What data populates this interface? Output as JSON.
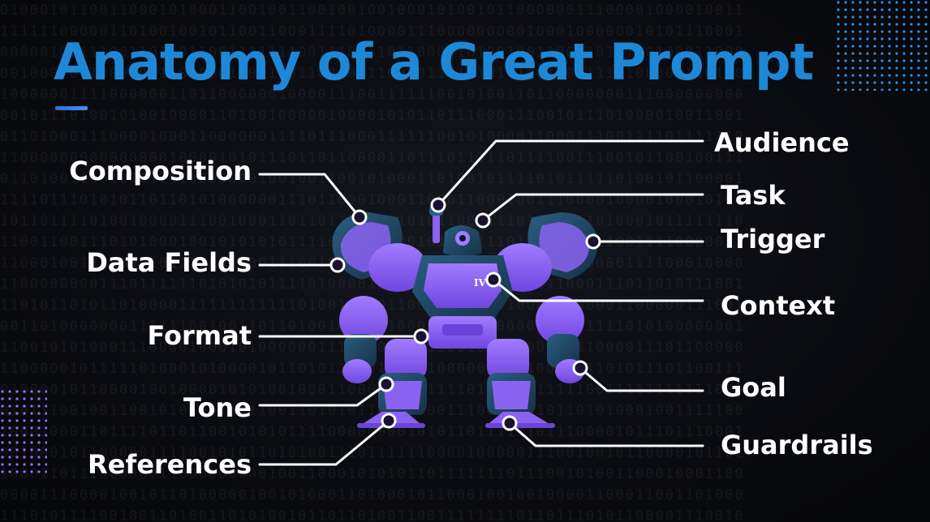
{
  "slide": {
    "title": "Anatomy of a Great Prompt"
  },
  "labels": {
    "composition": "Composition",
    "data_fields": "Data Fields",
    "format": "Format",
    "tone": "Tone",
    "references": "References",
    "audience": "Audience",
    "task": "Task",
    "trigger": "Trigger",
    "context": "Context",
    "goal": "Goal",
    "guardrails": "Guardrails"
  },
  "robot": {
    "chest_badge": "IV"
  },
  "colors": {
    "title": "#1e88d8",
    "robot_purple": "#8a63f2",
    "robot_dark": "#1b3a52",
    "connector": "#ffffff"
  }
}
